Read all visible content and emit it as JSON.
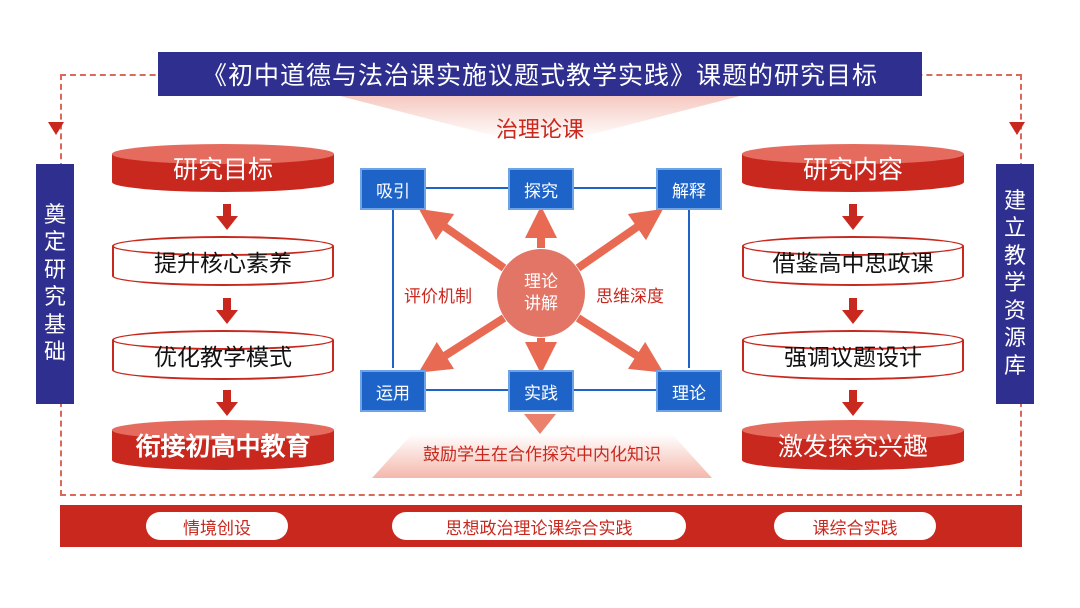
{
  "title": "《初中道德与法治课实施议题式教学实践》课题的研究目标",
  "left_side_label": "奠定研究基础",
  "right_side_label": "建立教学资源库",
  "left_column": {
    "header": "研究目标",
    "items": [
      "提升核心素养",
      "优化教学模式",
      "衔接初高中教育"
    ]
  },
  "right_column": {
    "header": "研究内容",
    "items": [
      "借鉴高中思政课",
      "强调议题设计",
      "激发探究兴趣"
    ]
  },
  "center": {
    "heading": "治理论课",
    "hub_line1": "理论",
    "hub_line2": "讲解",
    "nodes": {
      "top_left": "吸引",
      "top_mid": "探究",
      "top_right": "解释",
      "bottom_left": "运用",
      "bottom_mid": "实践",
      "bottom_right": "理论"
    },
    "left_label": "评价机制",
    "right_label": "思维深度",
    "caption": "鼓励学生在合作探究中内化知识"
  },
  "footer": [
    "情境创设",
    "思想政治理论课综合实践",
    "课综合实践"
  ],
  "colors": {
    "navy": "#2e2f8f",
    "red": "#c8281e",
    "blue": "#1e64c8",
    "salmon": "#e27565"
  }
}
